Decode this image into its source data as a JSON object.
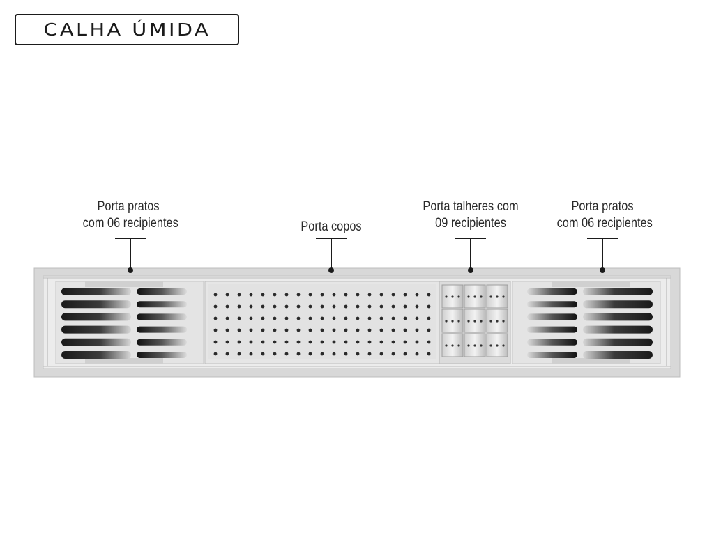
{
  "title": "CALHA ÚMIDA",
  "labels": [
    {
      "id": "porta-pratos-left",
      "line1": "Porta pratos",
      "line2": "com 06 recipientes"
    },
    {
      "id": "porta-copos",
      "line1": "Porta copos",
      "line2": ""
    },
    {
      "id": "porta-talheres",
      "line1": "Porta talheres com",
      "line2": "09 recipientes"
    },
    {
      "id": "porta-pratos-right",
      "line1": "Porta pratos",
      "line2": "com 06 recipientes"
    }
  ],
  "colors": {
    "frame": "#d6d6d6",
    "tray": "#e9e9e9",
    "slot_dark": "#2c2c2c",
    "ink": "#1b1b1b"
  }
}
